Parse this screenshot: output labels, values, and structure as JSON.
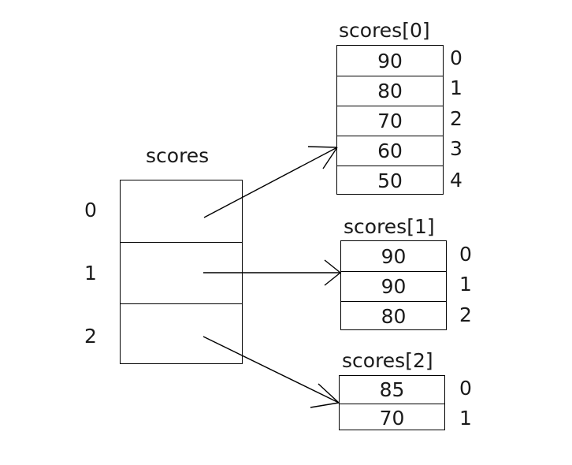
{
  "diagram": {
    "title_outer": "scores",
    "outer_indices": [
      "0",
      "1",
      "2"
    ],
    "inner_arrays": [
      {
        "label": "scores[0]",
        "values": [
          "90",
          "80",
          "70",
          "60",
          "50"
        ],
        "indices": [
          "0",
          "1",
          "2",
          "3",
          "4"
        ]
      },
      {
        "label": "scores[1]",
        "values": [
          "90",
          "90",
          "80"
        ],
        "indices": [
          "0",
          "1",
          "2"
        ]
      },
      {
        "label": "scores[2]",
        "values": [
          "85",
          "70"
        ],
        "indices": [
          "0",
          "1"
        ]
      }
    ],
    "colors": {
      "stroke": "#000000",
      "text": "#1a1a1a",
      "background": "#ffffff"
    }
  }
}
